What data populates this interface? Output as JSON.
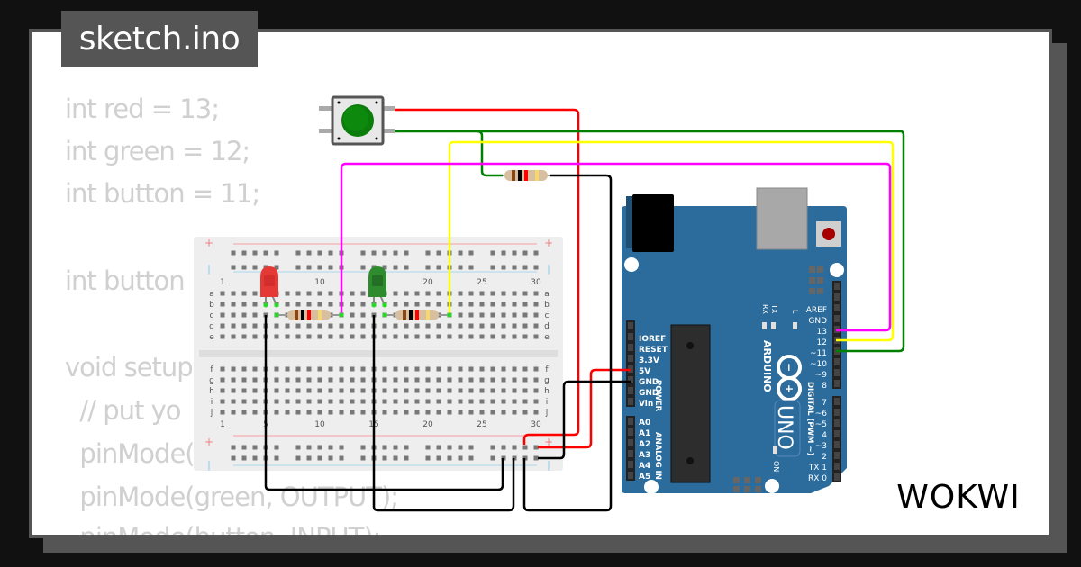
{
  "tab": {
    "title": "sketch.ino"
  },
  "code_lines": [
    "int red = 13;",
    "int green = 12;",
    "int button = 11;",
    "",
    "int button",
    "",
    "void setup",
    "  // put yo                                       once",
    "  pinMode(",
    "  pinMode(green, OUTPUT);",
    "  pinMode(button, INPUT);"
  ],
  "breadboard": {
    "column_labels": [
      "1",
      "5",
      "10",
      "15",
      "20",
      "25",
      "30"
    ],
    "top_row_labels": [
      "a",
      "b",
      "c",
      "d",
      "e"
    ],
    "bottom_row_labels": [
      "f",
      "g",
      "h",
      "i",
      "j"
    ],
    "rail_plus": "+",
    "rail_minus": "|"
  },
  "components": {
    "led_red": {
      "color": "#e53935",
      "label": "Red LED"
    },
    "led_green": {
      "color": "#2e8b2e",
      "label": "Green LED"
    },
    "button": {
      "color": "#0a7d0a",
      "label": "Pushbutton"
    },
    "resistor_bands": [
      "#8b4513",
      "#000000",
      "#ff0000",
      "#f5d76e"
    ]
  },
  "arduino": {
    "brand": "ARDUINO",
    "model": "UNO",
    "power_pins": [
      "IOREF",
      "RESET",
      "3.3V",
      "5V",
      "GND",
      "GND",
      "Vin"
    ],
    "power_label": "POWER",
    "analog_pins": [
      "A0",
      "A1",
      "A2",
      "A3",
      "A4",
      "A5"
    ],
    "analog_label": "ANALOG IN",
    "digital_pins_high": [
      "AREF",
      "GND",
      "13",
      "12",
      "~11",
      "~10",
      "~9",
      "8"
    ],
    "digital_pins_low": [
      "7",
      "~6",
      "~5",
      "4",
      "~3",
      "2",
      "TX 1",
      "RX 0"
    ],
    "digital_label": "DIGITAL (PWM ~)",
    "led_labels": {
      "tx": "TX",
      "rx": "RX",
      "l": "L",
      "on": "ON"
    },
    "board_color": "#2b6c9c"
  },
  "wires": {
    "red": "#ff0000",
    "black": "#000000",
    "green": "#008000",
    "yellow": "#ffff00",
    "magenta": "#ff00ff"
  },
  "brand": {
    "logo_text": "WOKWI"
  }
}
